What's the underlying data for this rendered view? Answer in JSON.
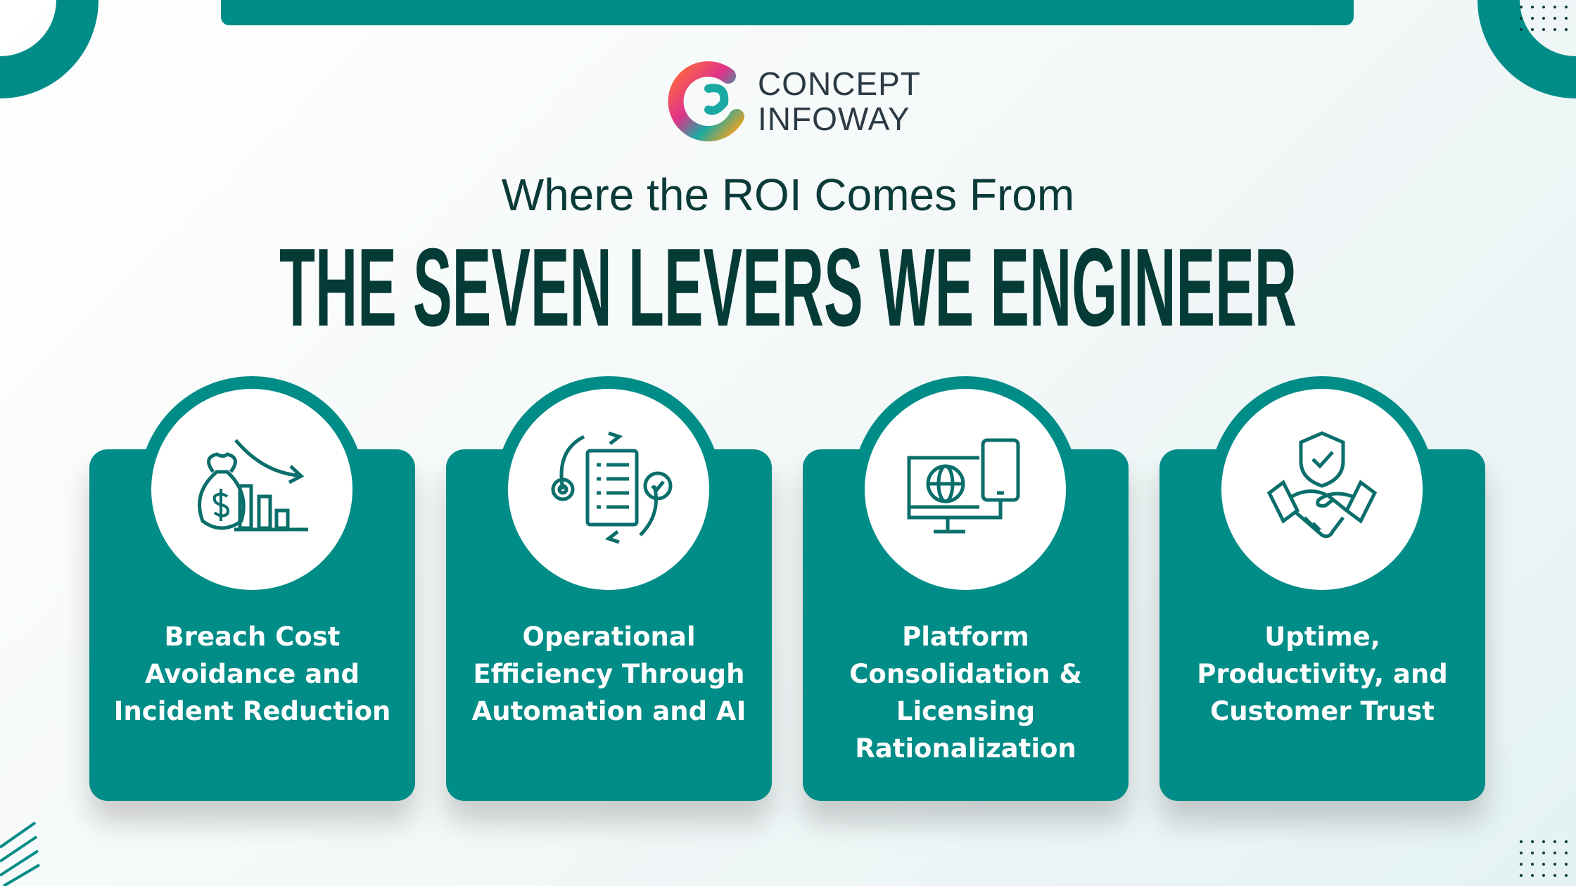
{
  "brand": {
    "line1": "CONCEPT",
    "line2": "INFOWAY"
  },
  "subtitle": "Where the ROI Comes From",
  "title": "THE SEVEN LEVERS WE ENGINEER",
  "colors": {
    "teal": "#008c87",
    "dark": "#053b37"
  },
  "cards": [
    {
      "icon": "money-bag-chart-icon",
      "label": "Breach Cost Avoidance and Incident Reduction"
    },
    {
      "icon": "automation-checklist-icon",
      "label": "Operational Efficiency Through Automation and AI"
    },
    {
      "icon": "monitor-devices-icon",
      "label": "Platform Consolidation & Licensing Rationalization"
    },
    {
      "icon": "handshake-shield-icon",
      "label": "Uptime, Productivity, and Customer Trust"
    }
  ]
}
